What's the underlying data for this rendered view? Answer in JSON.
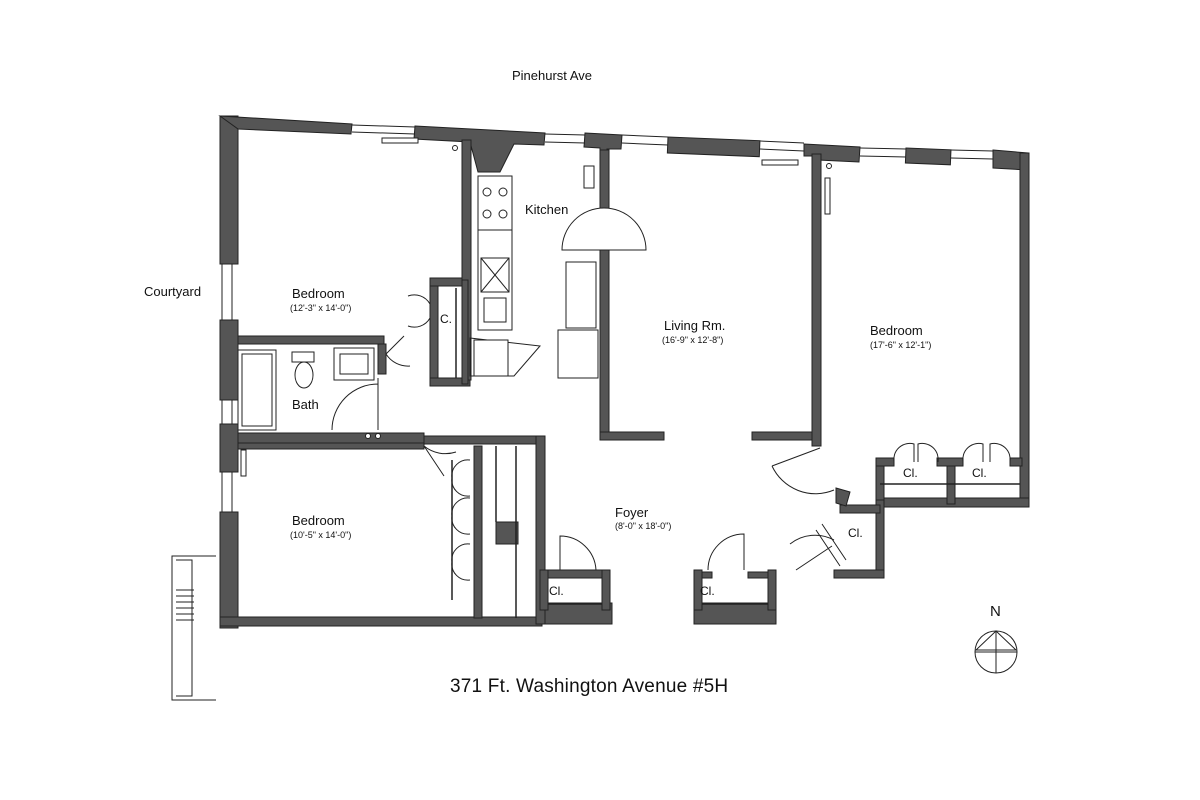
{
  "street": "Pinehurst Ave",
  "courtyard": "Courtyard",
  "address": "371 Ft. Washington Avenue #5H",
  "north": "N",
  "rooms": {
    "kitchen": "Kitchen",
    "bedroom_nw": {
      "name": "Bedroom",
      "dims": "(12'-3\" x 14'-0\")"
    },
    "living": {
      "name": "Living Rm.",
      "dims": "(16'-9\" x 12'-8\")"
    },
    "bedroom_e": {
      "name": "Bedroom",
      "dims": "(17'-6\" x 12'-1\")"
    },
    "bath": "Bath",
    "bedroom_sw": {
      "name": "Bedroom",
      "dims": "(10'-5\" x 14'-0\")"
    },
    "foyer": {
      "name": "Foyer",
      "dims": "(8'-0\" x 18'-0\")"
    }
  },
  "closets": {
    "c_kitchen": "C.",
    "cl_east_1": "Cl.",
    "cl_east_2": "Cl.",
    "cl_entry": "Cl.",
    "cl_foyer_1": "Cl.",
    "cl_foyer_2": "Cl."
  },
  "colors": {
    "wall": "#555555",
    "line": "#222222",
    "background": "#ffffff"
  }
}
